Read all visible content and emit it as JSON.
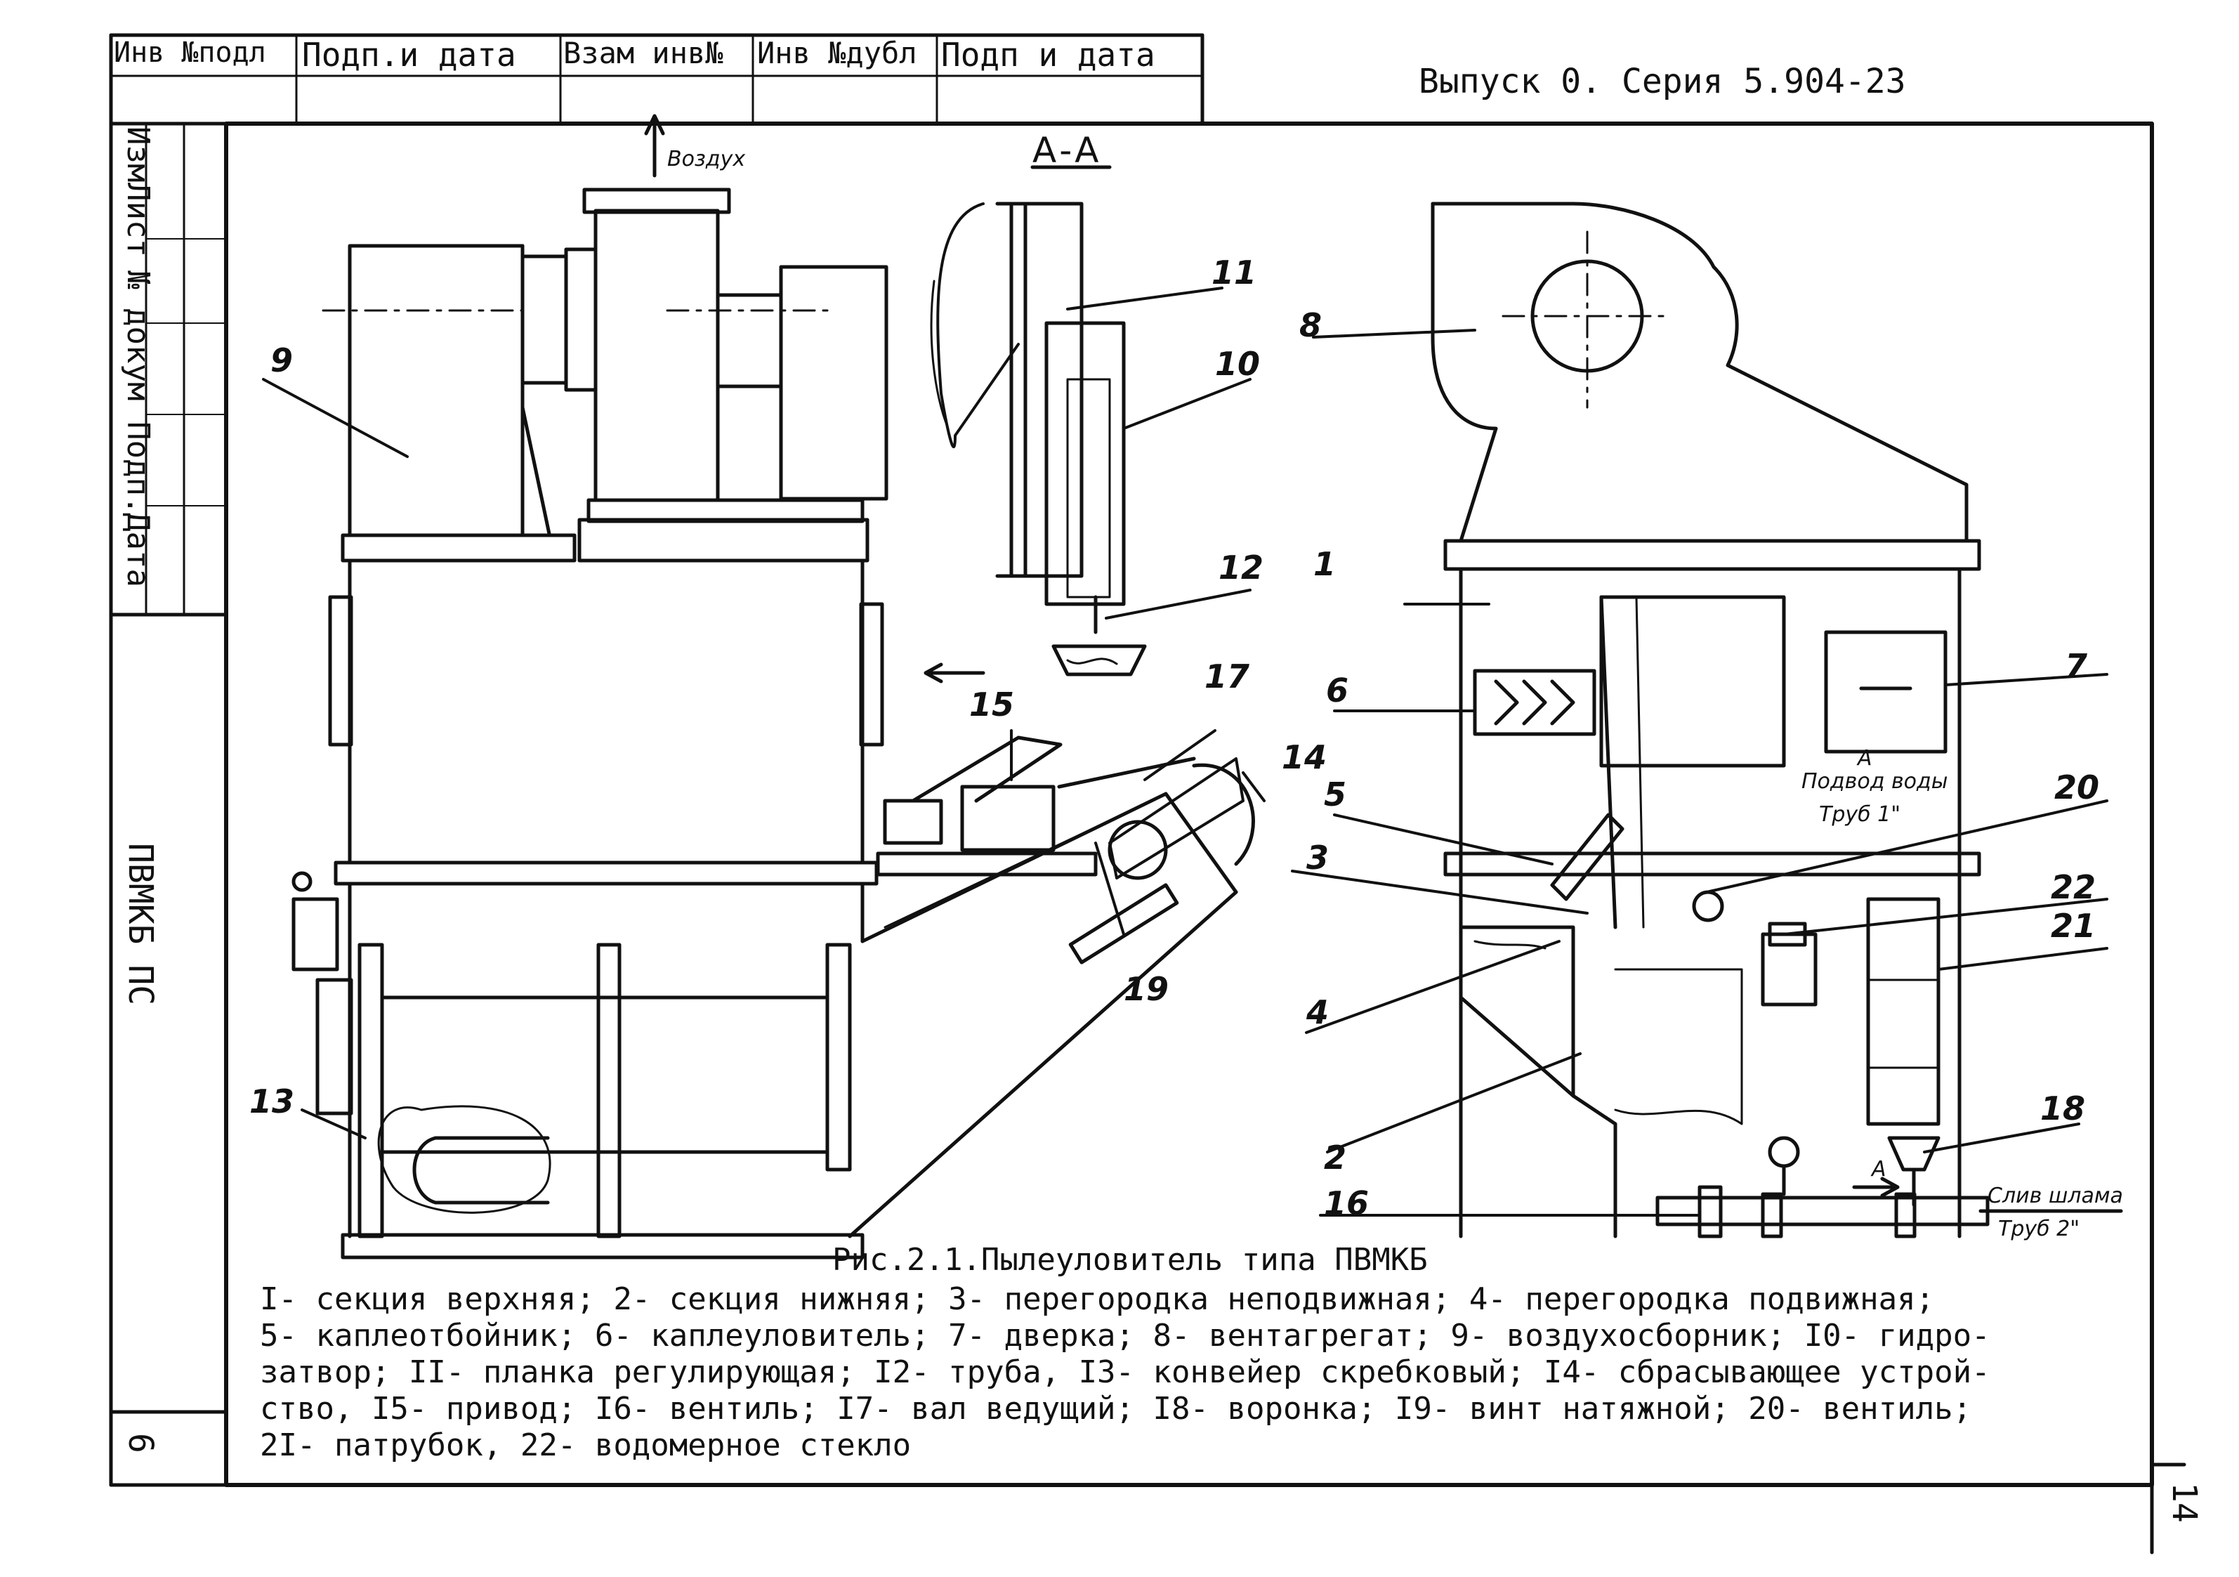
{
  "stamp": {
    "cells": [
      "Инв №подл",
      "Подп.и дата",
      "Взам инв№",
      "Инв №дубл",
      "Подп и дата"
    ],
    "side_rows": [
      "Изм",
      "Лист",
      "№ докум",
      "Подп.",
      "Дата"
    ]
  },
  "header": {
    "series": "Выпуск 0. Серия 5.904-23"
  },
  "title_block": {
    "doc_code": "ПВМКБ ПС",
    "sheet": "6",
    "page": "14"
  },
  "section_label": "А-А",
  "annotations": {
    "air": "Воздух",
    "water_supply": "Подвод воды",
    "water_pipe": "Труб 1\"",
    "sludge_drain": "Слив шлама",
    "sludge_pipe": "Труб 2\"",
    "view_a_top": "А",
    "view_a_bottom": "А"
  },
  "callouts": [
    "1",
    "2",
    "3",
    "4",
    "5",
    "6",
    "7",
    "8",
    "9",
    "10",
    "11",
    "12",
    "13",
    "14",
    "15",
    "16",
    "17",
    "18",
    "19",
    "20",
    "21",
    "22"
  ],
  "caption": {
    "title": "Рис.2.1.Пылеуловитель типа ПВМКБ",
    "lines": [
      "I- секция верхняя; 2- секция нижняя; 3- перегородка неподвижная; 4- перегородка подвижная;",
      "5- каплеотбойник; 6- каплеуловитель; 7- дверка; 8- вентагрегат; 9- воздухосборник; I0- гидро-",
      "затвор; II- планка регулирующая; I2- труба, I3- конвейер скребковый; I4- сбрасывающее устрой-",
      "ство, I5- привод; I6- вентиль; I7- вал ведущий; I8- воронка; I9- винт натяжной; 20- вентиль;",
      "2I- патрубок, 22- водомерное стекло"
    ]
  },
  "colors": {
    "ink": "#111111",
    "paper": "#ffffff"
  }
}
